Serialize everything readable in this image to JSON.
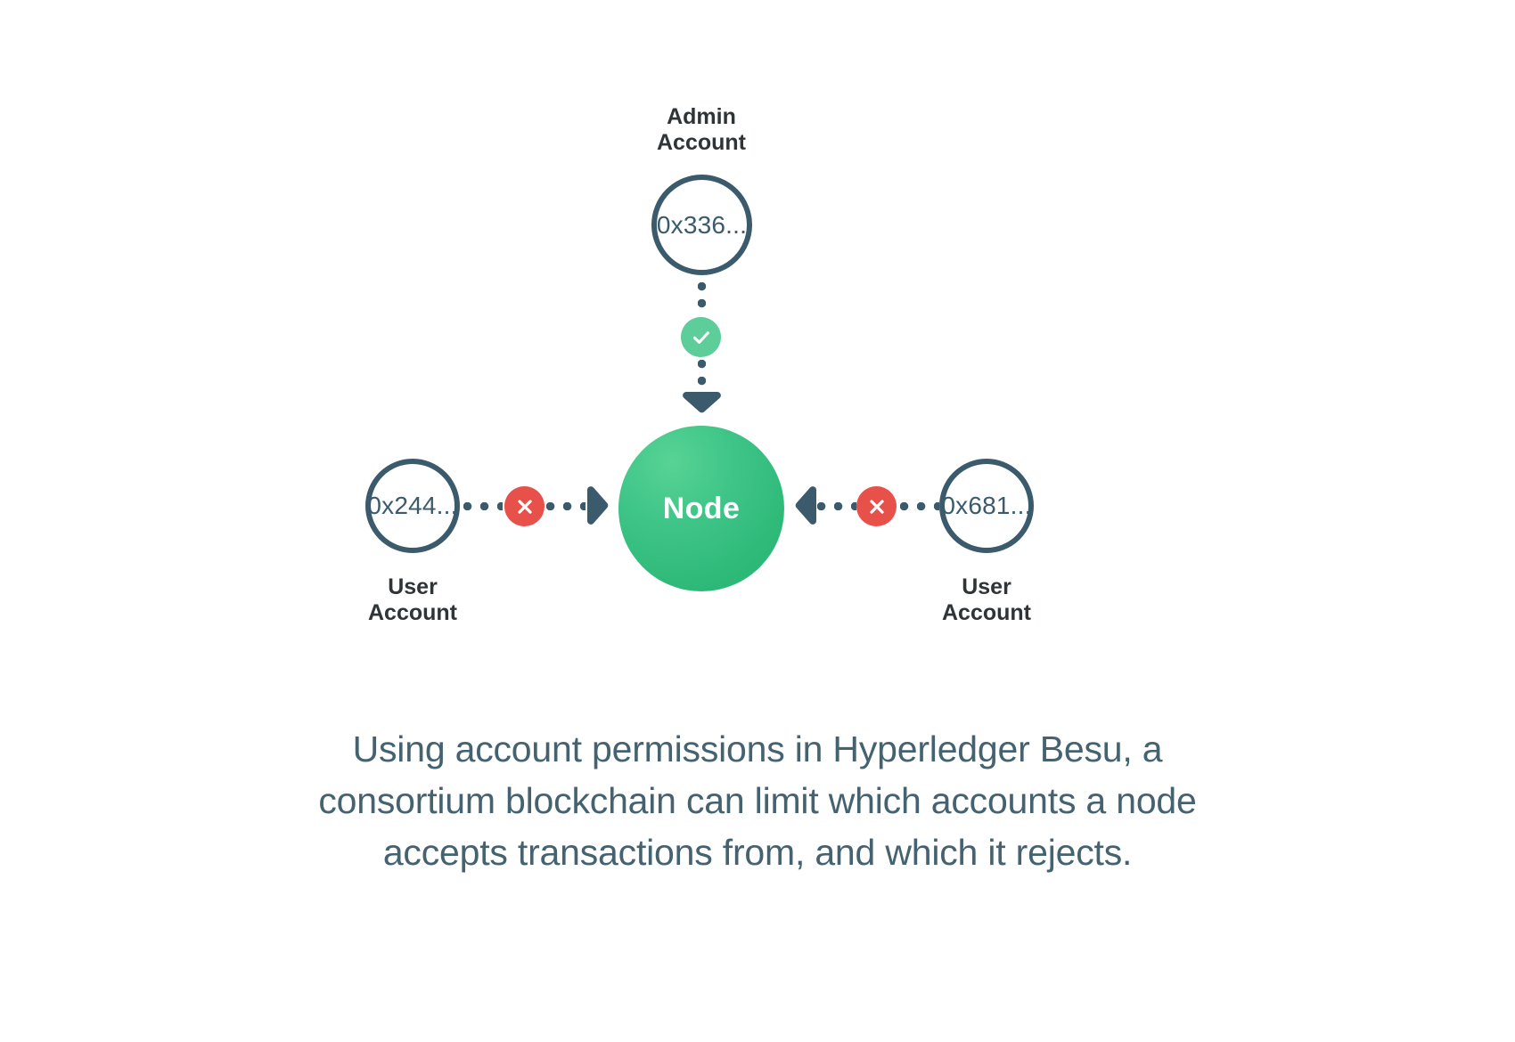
{
  "diagram": {
    "type": "node-account-permissions",
    "admin": {
      "label": "Admin\nAccount",
      "address": "0x336...",
      "connection": {
        "status_icon": "check-icon",
        "status": "allowed",
        "direction": "down-to-node"
      }
    },
    "node": {
      "label": "Node"
    },
    "users": [
      {
        "side": "left",
        "label": "User\nAccount",
        "address": "0x244...",
        "connection": {
          "status_icon": "x-icon",
          "status": "rejected",
          "direction": "right-to-node"
        }
      },
      {
        "side": "right",
        "label": "User\nAccount",
        "address": "0x681...",
        "connection": {
          "status_icon": "x-icon",
          "status": "rejected",
          "direction": "left-to-node"
        }
      }
    ]
  },
  "caption": {
    "line1": "Using account permissions in Hyperledger Besu, a",
    "line2": "consortium blockchain can limit which accounts a node",
    "line3": "accepts transactions from, and which it rejects."
  },
  "colors": {
    "outline": "#3B5B6C",
    "node_green_light": "#57D395",
    "node_green_dark": "#27B273",
    "allow_green": "#5DCE9A",
    "reject_red": "#E8504A",
    "label_dark": "#2F3437",
    "caption_slate": "#44626F",
    "background": "#FFFFFF"
  }
}
